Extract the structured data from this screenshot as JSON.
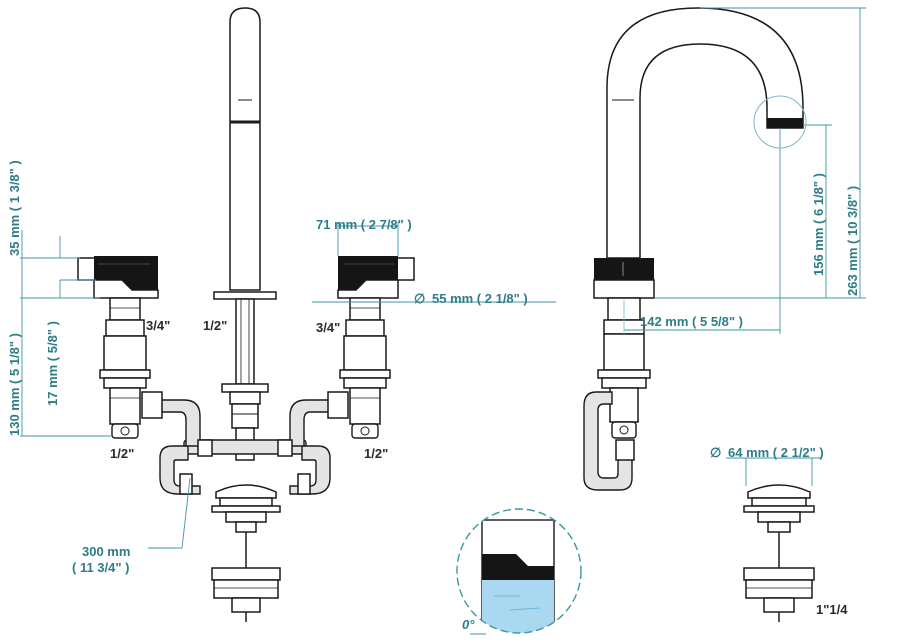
{
  "colors": {
    "dimension": "#2e7d87",
    "dimension_line": "#3b97a3",
    "outline": "#1a1a1a",
    "handle": "#151515",
    "hose": "#e4e4e4",
    "water": "#a9d8f0"
  },
  "labels": {
    "front_spout_inlet": "1/2\"",
    "left_valve_top_thread": "3/4\"",
    "right_valve_top_thread": "3/4\"",
    "left_valve_bottom_thread": "1/2\"",
    "right_valve_bottom_thread": "1/2\"",
    "drain_thread": "1\"1/4"
  },
  "dimensions": {
    "handle_height": "35 mm ( 1 3/8\" )",
    "body_height": "130 mm ( 5 1/8\" )",
    "valve_section": "17 mm ( 5/8\" )",
    "handle_width": "71 mm ( 2 7/8\" )",
    "valve_diameter": "55 mm ( 2 1/8\" )",
    "hose_length_top": "300 mm",
    "hose_length_bottom": "( 11 3/4\" )",
    "spout_height": "263 mm ( 10 3/8\" )",
    "spout_outlet_height": "156 mm ( 6 1/8\" )",
    "spout_reach": "142 mm ( 5 5/8\" )",
    "drain_diameter": "64 mm ( 2 1/2\" )",
    "angle": "0°",
    "diameter_symbol": "∅"
  }
}
